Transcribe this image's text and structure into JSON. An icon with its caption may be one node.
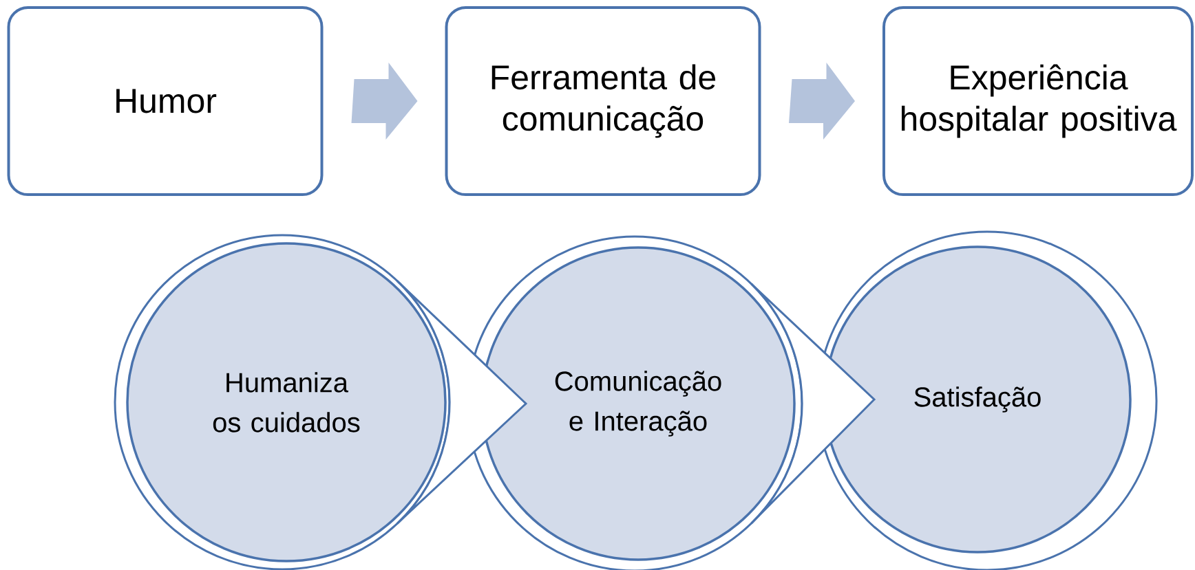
{
  "diagram": {
    "nodes": [
      {
        "text": [
          "Humor"
        ]
      },
      {
        "text": [
          "Ferramenta de comunicação"
        ]
      },
      {
        "text": [
          "Experiência hospitalar positiva"
        ]
      },
      {
        "text": [
          "Humaniza os cuidados"
        ]
      },
      {
        "text": [
          "Comunicação e Interação"
        ]
      },
      {
        "text": [
          "Satisfação"
        ]
      }
    ],
    "edges": [
      {
        "from": 0,
        "to": 1,
        "arrow": "to",
        "color": "#b4c3dc"
      },
      {
        "from": 1,
        "to": 2,
        "arrow": "to",
        "color": "#b4c3dc"
      },
      {
        "from": 3,
        "to": 4,
        "arrow": "to",
        "color": "#4a73ad"
      },
      {
        "from": 4,
        "to": 5,
        "arrow": "to",
        "color": "#4a73ad"
      }
    ]
  }
}
